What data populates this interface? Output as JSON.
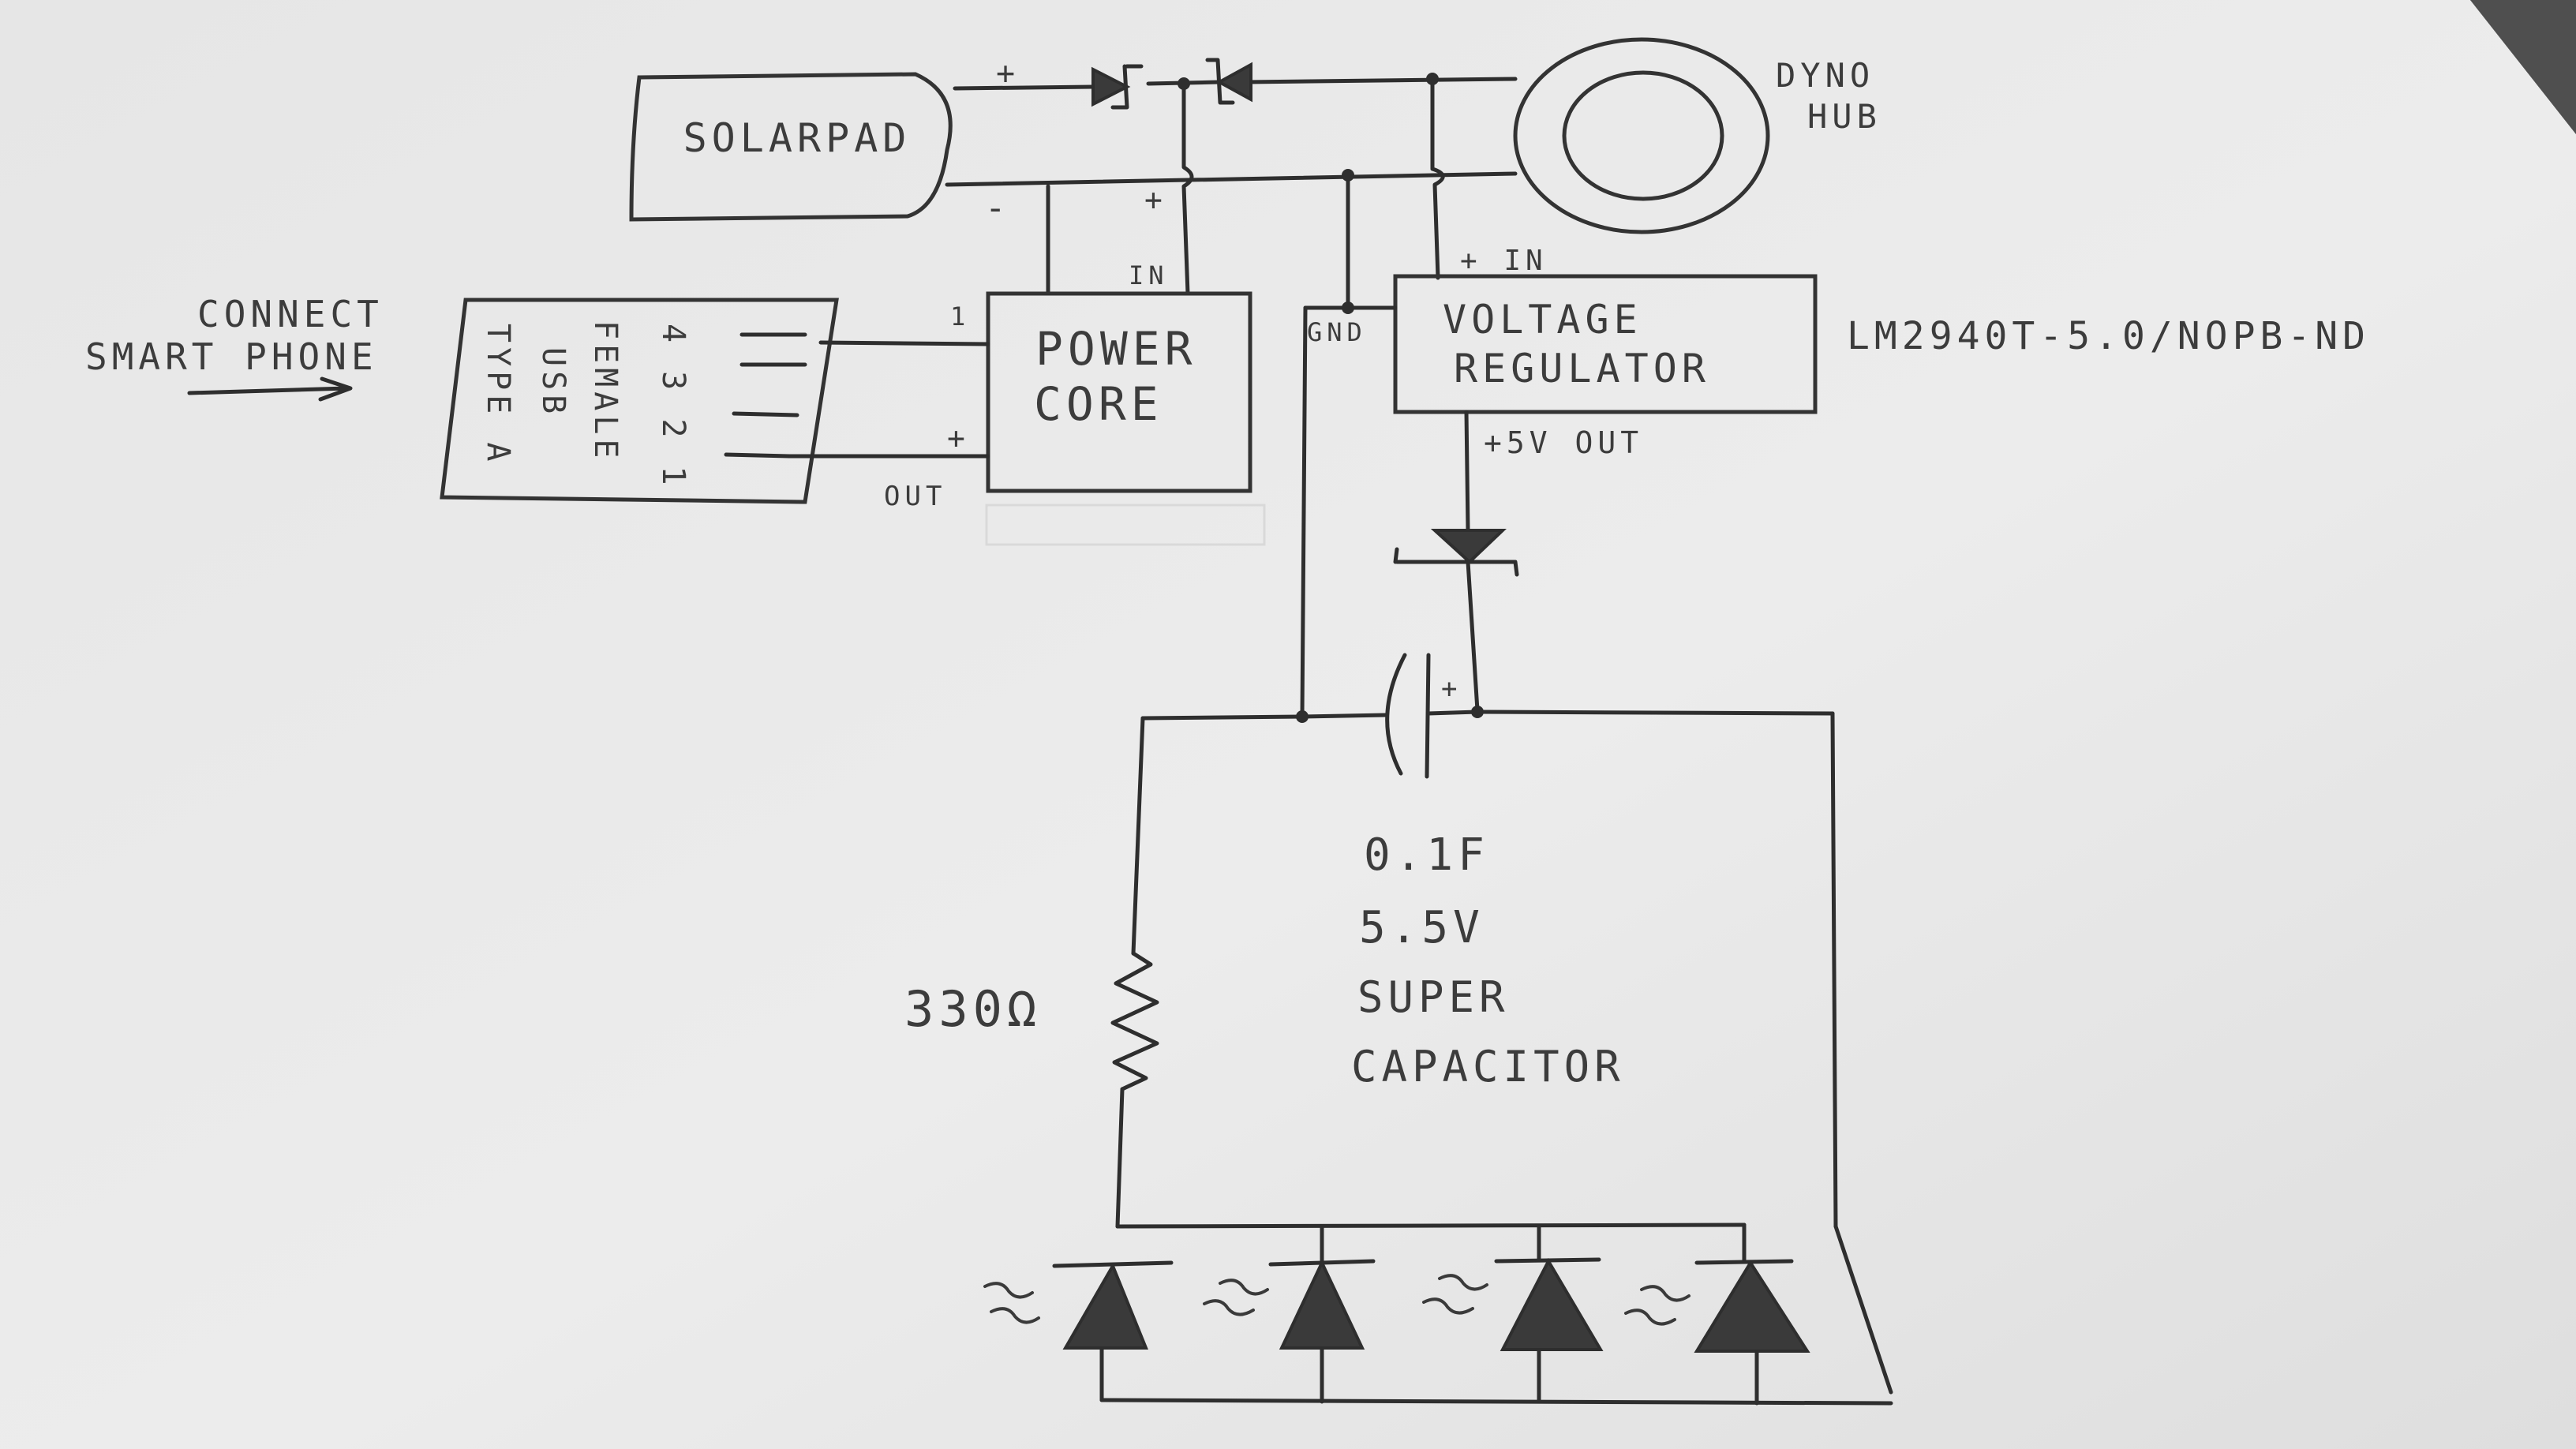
{
  "components": {
    "solar": {
      "label": "SOLARPAD",
      "plus": "+",
      "minus": "-"
    },
    "dyno": {
      "label_line1": "DYNO",
      "label_line2": "HUB"
    },
    "power_core": {
      "label_line1": "POWER",
      "label_line2": "CORE",
      "in": "IN",
      "in_plus": "+",
      "out": "OUT",
      "out_plus": "+",
      "pin1": "1"
    },
    "regulator": {
      "label_line1": "VOLTAGE",
      "label_line2": "REGULATOR",
      "in": "+ IN",
      "gnd": "GND",
      "out": "+5V  OUT",
      "part": "LM2940T-5.0/NOPB-ND"
    },
    "usb": {
      "connect_line1": "CONNECT",
      "connect_line2": "SMART PHONE",
      "col_type": "TYPE A",
      "col_usb": "USB",
      "col_female": "FEMALE",
      "pins": "4 3 2 1"
    },
    "capacitor": {
      "plus": "+",
      "line1": "0.1F",
      "line2": "5.5V",
      "line3": "SUPER",
      "line4": "CAPACITOR"
    },
    "resistor": {
      "label": "330Ω"
    }
  }
}
